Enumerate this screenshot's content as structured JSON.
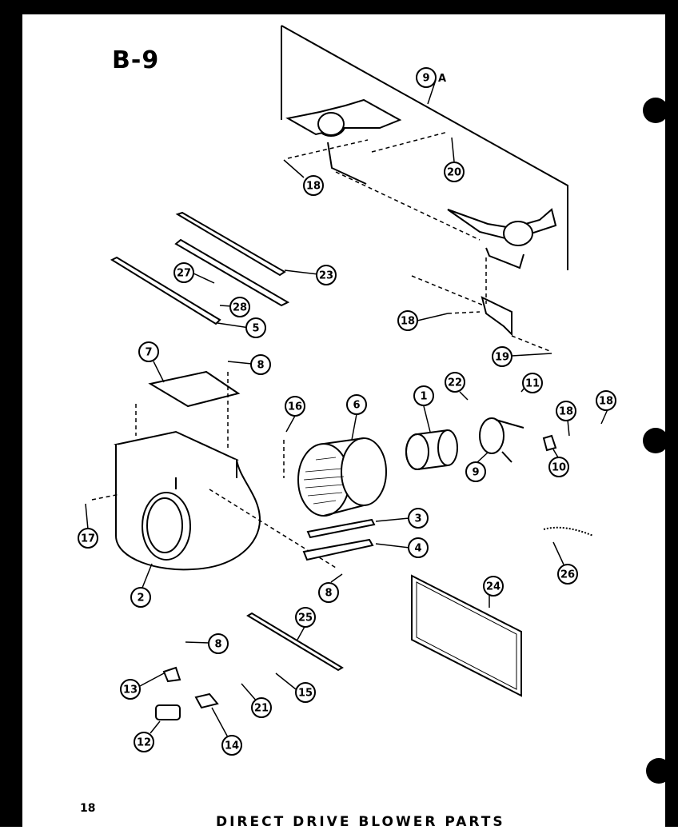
{
  "page": {
    "id": "B-9",
    "number": "18",
    "title": "DIRECT DRIVE BLOWER PARTS"
  },
  "callouts": [
    {
      "label": "9",
      "suffix": "A",
      "part": "mounting-bracket-assembly"
    },
    {
      "label": "20",
      "part": "nut-top"
    },
    {
      "label": "18",
      "part": "screw-top"
    },
    {
      "label": "23",
      "part": "angle-strip"
    },
    {
      "label": "27",
      "part": "small-screw"
    },
    {
      "label": "28",
      "part": "washer"
    },
    {
      "label": "5",
      "part": "rail"
    },
    {
      "label": "18",
      "part": "screw-mid"
    },
    {
      "label": "19",
      "part": "screw-bracket"
    },
    {
      "label": "7",
      "part": "cover-plate"
    },
    {
      "label": "8",
      "part": "screw-cover"
    },
    {
      "label": "16",
      "part": "setscrew"
    },
    {
      "label": "6",
      "part": "blower-wheel"
    },
    {
      "label": "1",
      "part": "motor"
    },
    {
      "label": "22",
      "part": "nut-motor"
    },
    {
      "label": "11",
      "part": "screw-motor"
    },
    {
      "label": "9",
      "part": "motor-mount"
    },
    {
      "label": "18",
      "part": "screw-clip"
    },
    {
      "label": "18",
      "part": "screw-right"
    },
    {
      "label": "10",
      "part": "clip"
    },
    {
      "label": "17",
      "part": "screw-housing"
    },
    {
      "label": "3",
      "part": "strip"
    },
    {
      "label": "4",
      "part": "bracket-strip"
    },
    {
      "label": "2",
      "part": "blower-housing"
    },
    {
      "label": "8",
      "part": "screw-bracket-strip"
    },
    {
      "label": "24",
      "part": "filter"
    },
    {
      "label": "26",
      "part": "chain"
    },
    {
      "label": "25",
      "part": "rail-bottom"
    },
    {
      "label": "8",
      "part": "screw-bottom"
    },
    {
      "label": "13",
      "part": "clamp"
    },
    {
      "label": "15",
      "part": "washer-bottom"
    },
    {
      "label": "21",
      "part": "screw-21"
    },
    {
      "label": "12",
      "part": "capacitor"
    },
    {
      "label": "14",
      "part": "capacitor-bracket"
    }
  ]
}
